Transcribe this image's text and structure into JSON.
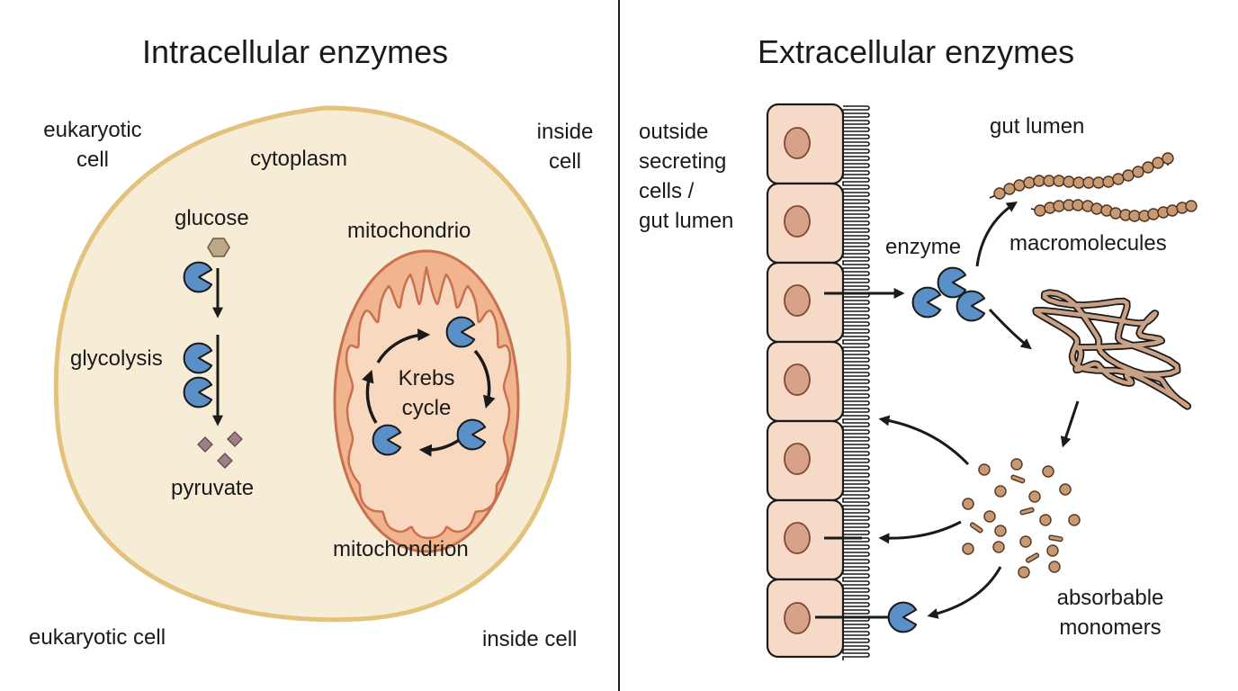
{
  "titles": {
    "left": "Intracellular enzymes",
    "right": "Extracellular enzymes"
  },
  "left_panel": {
    "labels": {
      "eukaryotic_cell_top": "eukaryotic\ncell",
      "cytoplasm": "cytoplasm",
      "inside_cell_top": "inside\ncell",
      "glucose": "glucose",
      "mitochondrio": "mitochondrio",
      "glycolysis": "glycolysis",
      "krebs_cycle": "Krebs\ncycle",
      "pyruvate": "pyruvate",
      "mitochondrion": "mitochondrion",
      "eukaryotic_cell_bottom": "eukaryotic cell",
      "inside_cell_bottom": "inside cell"
    }
  },
  "right_panel": {
    "labels": {
      "outside": "outside\nsecreting\ncells /\ngut lumen",
      "gut_lumen": "gut lumen",
      "enzyme": "enzyme",
      "macromolecules": "macromolecules",
      "absorbable_monomers": "absorbable\nmonomers"
    }
  },
  "colors": {
    "cell_fill": "#f7ecd6",
    "cell_border": "#e2c27d",
    "mito_fill": "#f0b48e",
    "mito_inner": "#f8d9bf",
    "mito_border": "#c9714e",
    "epithelium_fill": "#f6d9c7",
    "nucleus": "#d7a287",
    "enzyme": "#5b8fc7",
    "macromolecule_bead": "#c99a72",
    "glucose": "#bba887",
    "pyruvate": "#a07f88",
    "ink": "#1a1a1a"
  },
  "icons": {
    "enzyme": "pacman-enzyme-icon",
    "glucose": "hexagon-icon",
    "pyruvate": "diamond-icon"
  }
}
